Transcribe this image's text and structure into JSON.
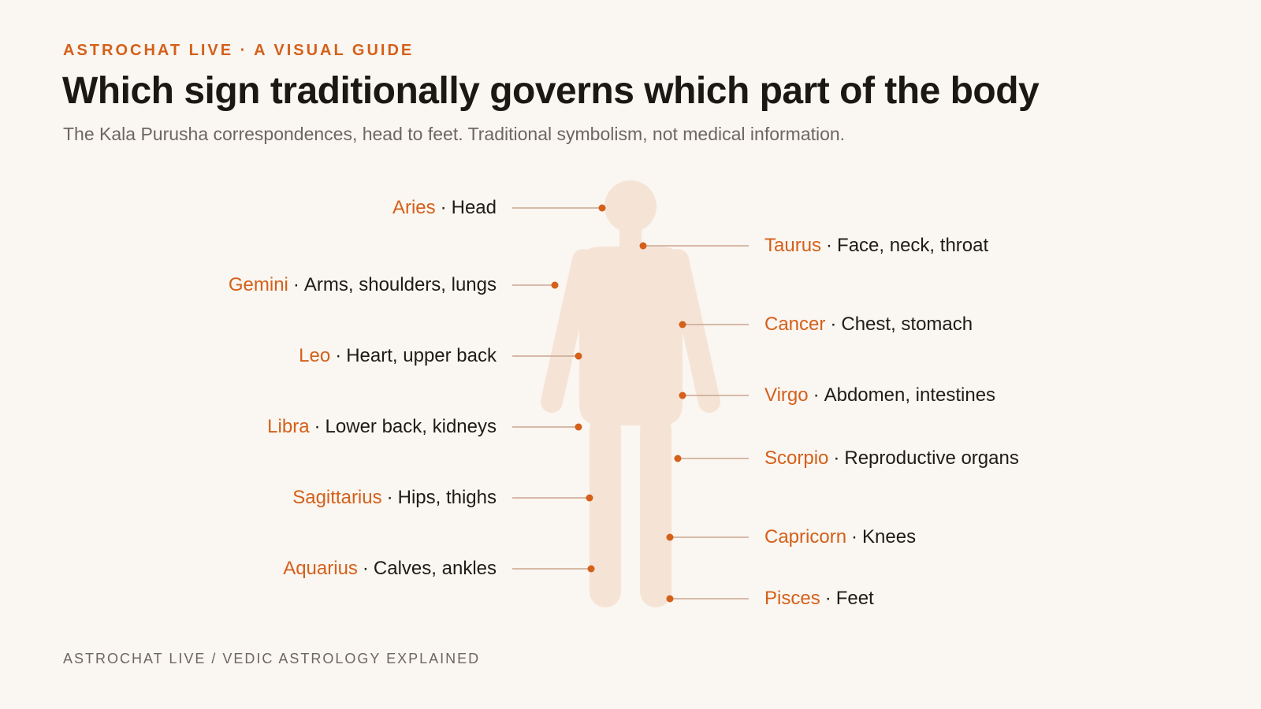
{
  "header": {
    "kicker": "ASTROCHAT LIVE · A VISUAL GUIDE",
    "title": "Which sign traditionally governs which part of the body",
    "subtitle": "The Kala Purusha correspondences, head to feet. Traditional symbolism, not medical information."
  },
  "correspondences": [
    {
      "sign": "Aries",
      "body_part": "Head",
      "side": "left"
    },
    {
      "sign": "Taurus",
      "body_part": "Face, neck, throat",
      "side": "right"
    },
    {
      "sign": "Gemini",
      "body_part": "Arms, shoulders, lungs",
      "side": "left"
    },
    {
      "sign": "Cancer",
      "body_part": "Chest, stomach",
      "side": "right"
    },
    {
      "sign": "Leo",
      "body_part": "Heart, upper back",
      "side": "left"
    },
    {
      "sign": "Virgo",
      "body_part": "Abdomen, intestines",
      "side": "right"
    },
    {
      "sign": "Libra",
      "body_part": "Lower back, kidneys",
      "side": "left"
    },
    {
      "sign": "Scorpio",
      "body_part": "Reproductive organs",
      "side": "right"
    },
    {
      "sign": "Sagittarius",
      "body_part": "Hips, thighs",
      "side": "left"
    },
    {
      "sign": "Capricorn",
      "body_part": "Knees",
      "side": "right"
    },
    {
      "sign": "Aquarius",
      "body_part": "Calves, ankles",
      "side": "left"
    },
    {
      "sign": "Pisces",
      "body_part": "Feet",
      "side": "right"
    }
  ],
  "separator": "·",
  "footer": "ASTROCHAT LIVE / VEDIC ASTROLOGY EXPLAINED",
  "colors": {
    "accent": "#d4601a",
    "silhouette": "#f5e4d6",
    "background": "#faf6f1",
    "leader_line": "#c9a58f"
  }
}
